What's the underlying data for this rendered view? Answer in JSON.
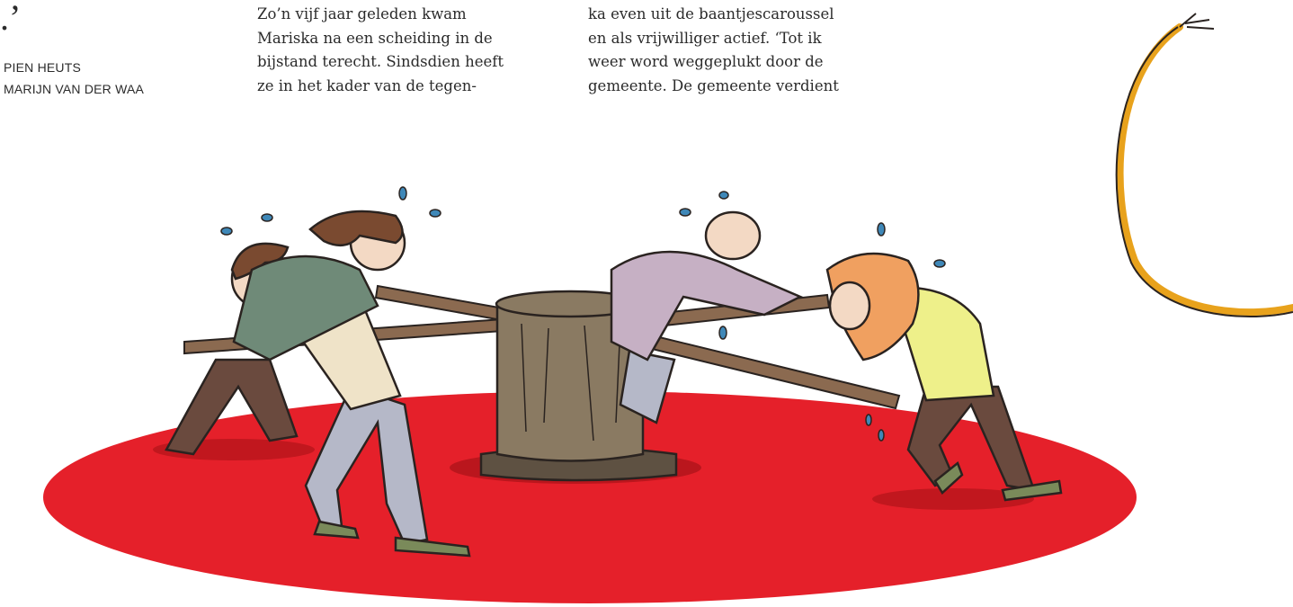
{
  "article": {
    "quote_mark": ".’",
    "credits": [
      "PIEN HEUTS",
      "MARIJN VAN DER WAA"
    ],
    "column1_lines": [
      "Zo’n vijf jaar geleden kwam",
      "Mariska na een scheiding in de",
      "bijstand terecht. Sindsdien heeft",
      "ze in het kader van de tegen-"
    ],
    "column2_lines": [
      "ka even uit de baantjescaroussel",
      "en als vrijwilliger actief. ‘Tot ik",
      "weer word weggeplukt door de",
      "gemeente. De gemeente verdient"
    ]
  },
  "illustration": {
    "subject": "cartoon of four people pushing bars around a wooden mill post on a red circle",
    "colors": {
      "floor": "#e5202a",
      "post": "#8a7a62",
      "post_dark": "#5e5142",
      "bars": "#8b6a50",
      "ring": "#e8a21c",
      "shirt_beige": "#efe3c8",
      "shirt_green": "#6f8a78",
      "shirt_lilac": "#c6b0c4",
      "shirt_yellow": "#eef08a",
      "hair_orange": "#f0a060",
      "hair_brown": "#7a4a30",
      "trousers_grey": "#b5b8c8",
      "trousers_brown": "#6a4a3e",
      "sweat": "#3f88b8",
      "outline": "#2a2320"
    }
  }
}
